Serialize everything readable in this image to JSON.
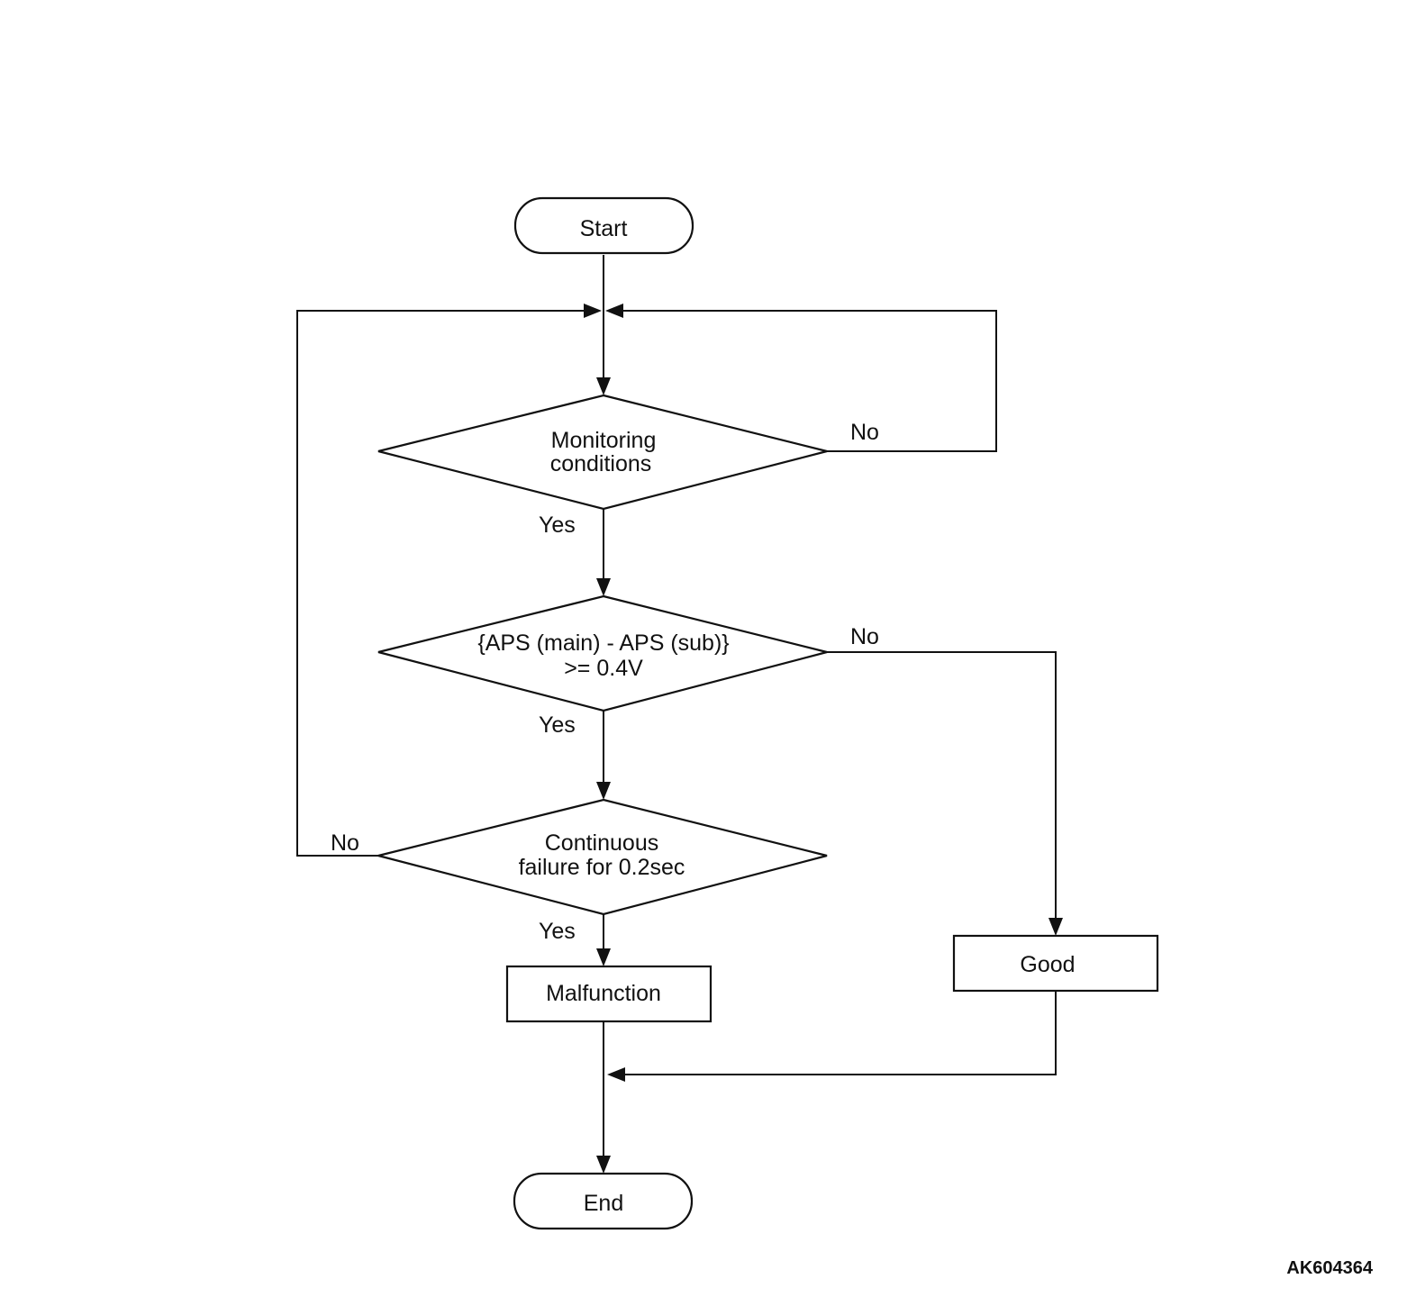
{
  "nodes": {
    "start": {
      "label": "Start"
    },
    "monitoring": {
      "line1": "Monitoring",
      "line2": "conditions"
    },
    "aps_check": {
      "line1": "{APS (main) - APS (sub)}",
      "line2": ">= 0.4V"
    },
    "continuous": {
      "line1": "Continuous",
      "line2": "failure for 0.2sec"
    },
    "malfunction": {
      "label": "Malfunction"
    },
    "good": {
      "label": "Good"
    },
    "end": {
      "label": "End"
    }
  },
  "edges": {
    "monitoring_yes": "Yes",
    "monitoring_no": "No",
    "aps_yes": "Yes",
    "aps_no": "No",
    "continuous_yes": "Yes",
    "continuous_no": "No"
  },
  "figure_id": "AK604364"
}
